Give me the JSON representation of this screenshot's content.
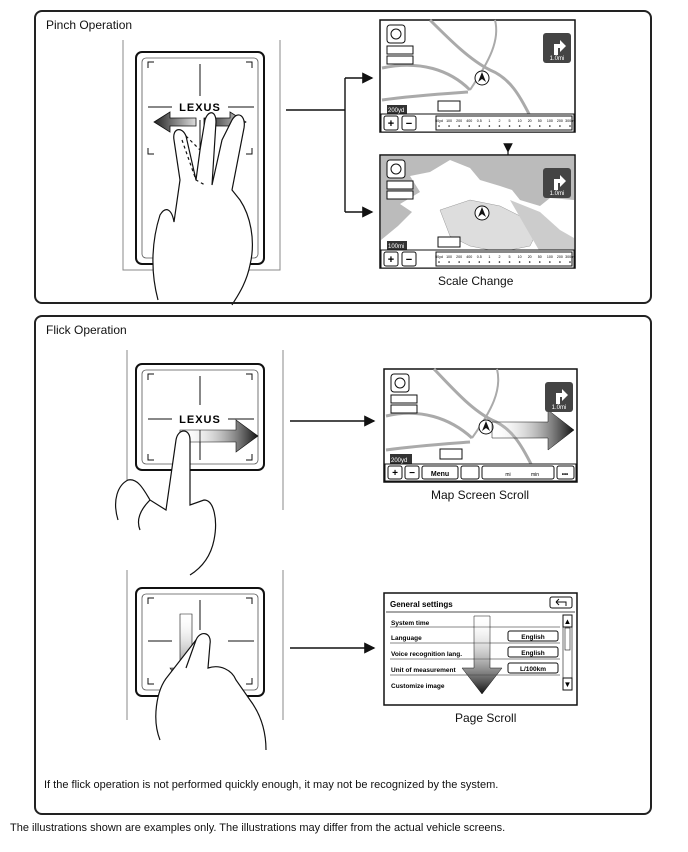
{
  "pinch": {
    "title": "Pinch Operation",
    "caption": "Scale Change",
    "top_screen": {
      "scale_label": "200yd",
      "distance": "1.0mi"
    },
    "bottom_screen": {
      "scale_label": "100mi",
      "distance": "1.0mi"
    },
    "scale_bar_ticks": [
      "50yd",
      "100",
      "200",
      "400",
      "0.5",
      "1",
      "2",
      "5",
      "10",
      "20",
      "50",
      "100",
      "200",
      "300mi"
    ]
  },
  "flick": {
    "title": "Flick Operation",
    "map_caption": "Map Screen Scroll",
    "page_caption": "Page Scroll",
    "map_screen": {
      "scale_label": "200yd",
      "distance": "1.0mi",
      "toolbar": {
        "menu": "Menu",
        "mi": "mi",
        "min": "min",
        "more": "•••"
      }
    },
    "settings_screen": {
      "title": "General settings",
      "rows": [
        {
          "label": "System time",
          "value": ""
        },
        {
          "label": "Language",
          "value": "English"
        },
        {
          "label": "Voice recognition lang.",
          "value": "English"
        },
        {
          "label": "Unit of measurement",
          "value": "L/100km"
        },
        {
          "label": "Customize image",
          "value": ""
        }
      ]
    },
    "note": "If the flick operation is not performed quickly enough, it may not be recognized by the system."
  },
  "touchpad_brand": "LEXUS",
  "footer": "The illustrations shown are examples only. The illustrations may differ from the actual vehicle screens."
}
